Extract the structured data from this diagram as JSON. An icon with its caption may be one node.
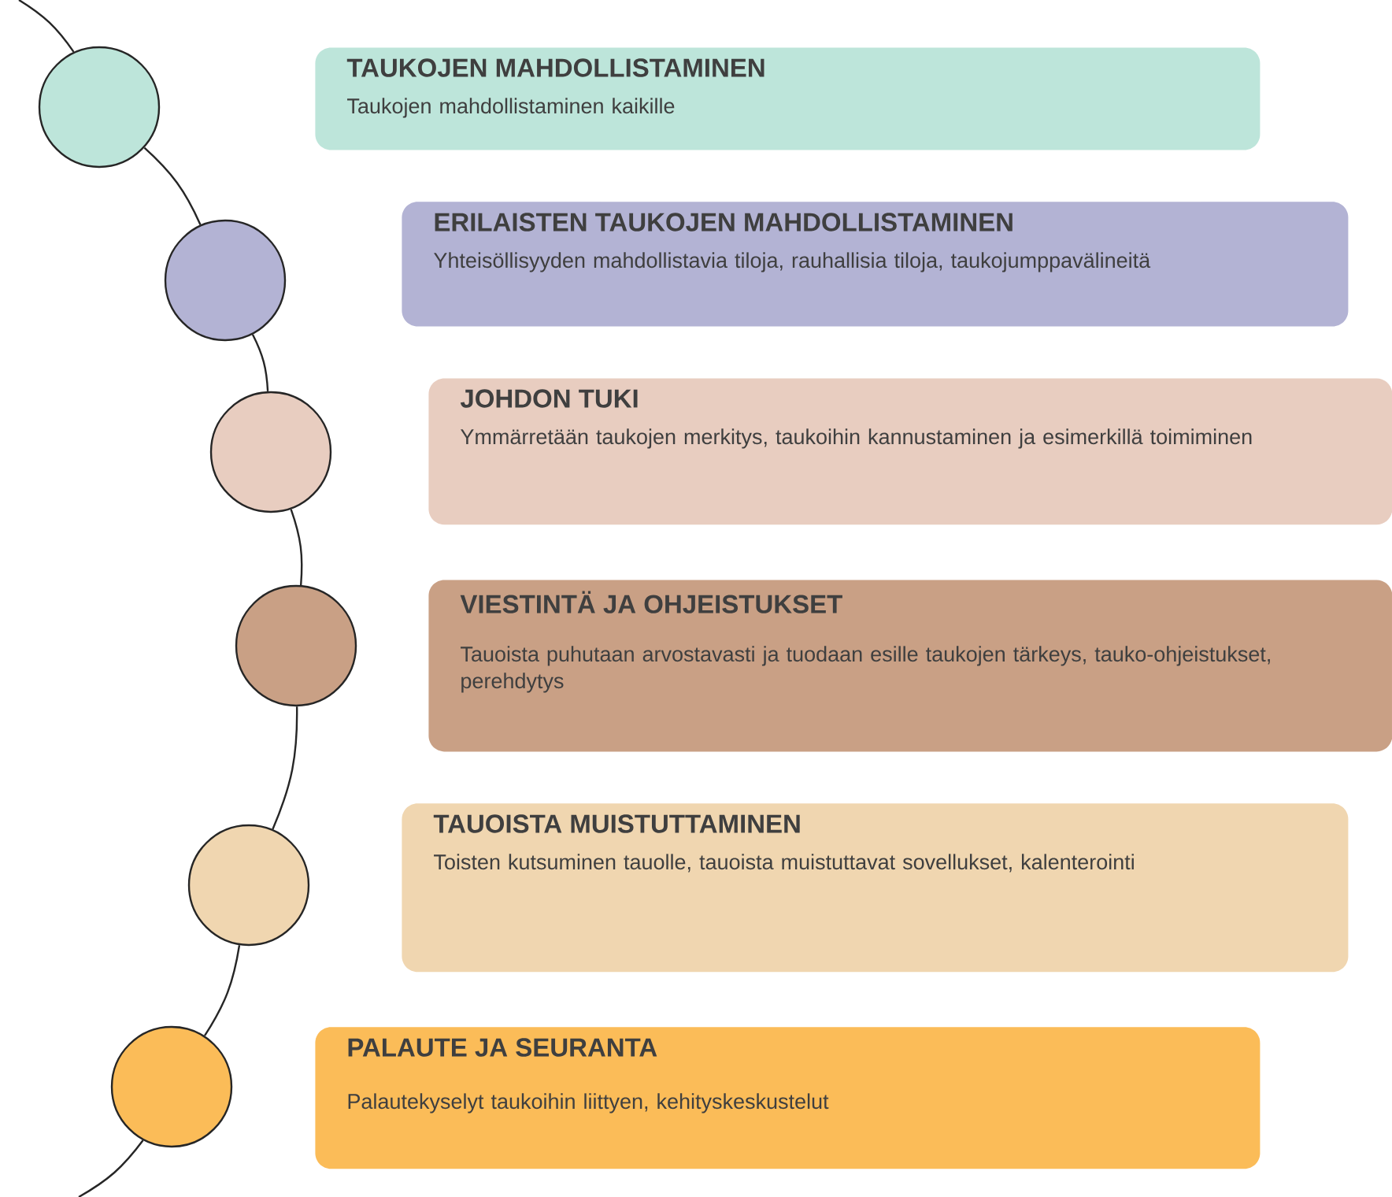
{
  "diagram": {
    "nodes": [
      {
        "text": [],
        "shape": "circle"
      },
      {
        "text": [
          "TAUKOJEN MAHDOLLISTAMINEN",
          "Taukojen mahdollistaminen kaikille"
        ]
      },
      {
        "text": [],
        "shape": "circle"
      },
      {
        "text": [
          "ERILAISTEN TAUKOJEN MAHDOLLISTAMINEN",
          "Yhteisöllisyyden mahdollistavia tiloja, rauhallisia tiloja, taukojumppavälineitä"
        ]
      },
      {
        "text": [],
        "shape": "circle"
      },
      {
        "text": [
          "JOHDON TUKI",
          "Ymmärretään taukojen merkitys, taukoihin kannustaminen ja esimerkillä toimiminen"
        ]
      },
      {
        "text": [],
        "shape": "circle"
      },
      {
        "text": [
          "VIESTINTÄ JA OHJEISTUKSET",
          "Tauoista puhutaan arvostavasti ja tuodaan esille taukojen tärkeys, tauko-ohjeistukset, perehdytys"
        ]
      },
      {
        "text": [],
        "shape": "circle"
      },
      {
        "text": [
          "TAUOISTA MUISTUTTAMINEN",
          "Toisten kutsuminen tauolle, tauoista muistuttavat sovellukset, kalenterointi"
        ]
      },
      {
        "text": [],
        "shape": "circle"
      },
      {
        "text": [
          "PALAUTE JA SEURANTA",
          "Palautekyselyt taukoihin liittyen, kehityskeskustelut"
        ]
      }
    ],
    "edges": [
      {
        "from": null,
        "to": 0,
        "arrow": "none"
      },
      {
        "from": 0,
        "to": 2,
        "arrow": "none"
      },
      {
        "from": 2,
        "to": 4,
        "arrow": "none"
      },
      {
        "from": 4,
        "to": 6,
        "arrow": "none"
      },
      {
        "from": 6,
        "to": 8,
        "arrow": "none"
      },
      {
        "from": 8,
        "to": 10,
        "arrow": "none"
      },
      {
        "from": 10,
        "to": null,
        "arrow": "none"
      }
    ]
  }
}
